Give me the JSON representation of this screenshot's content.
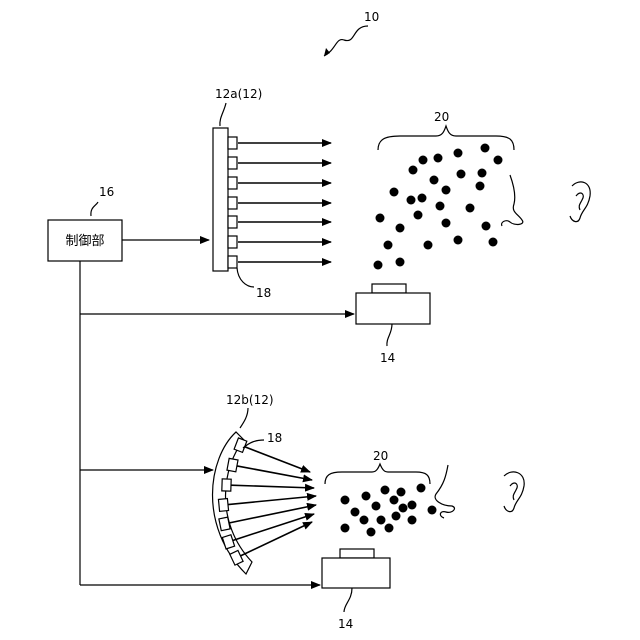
{
  "labels": {
    "system_ref": "10",
    "controller_ref": "16",
    "controller_text": "制御部",
    "array_a_ref": "12a(12)",
    "array_b_ref": "12b(12)",
    "element_ref_a": "18",
    "element_ref_b": "18",
    "particles_ref_a": "20",
    "particles_ref_b": "20",
    "emitter_ref_a": "14",
    "emitter_ref_b": "14"
  },
  "icons": [
    "squiggle-arrow-icon",
    "nose-icon",
    "ear-icon"
  ],
  "colors": {
    "ink": "#000000",
    "paper": "#ffffff"
  }
}
